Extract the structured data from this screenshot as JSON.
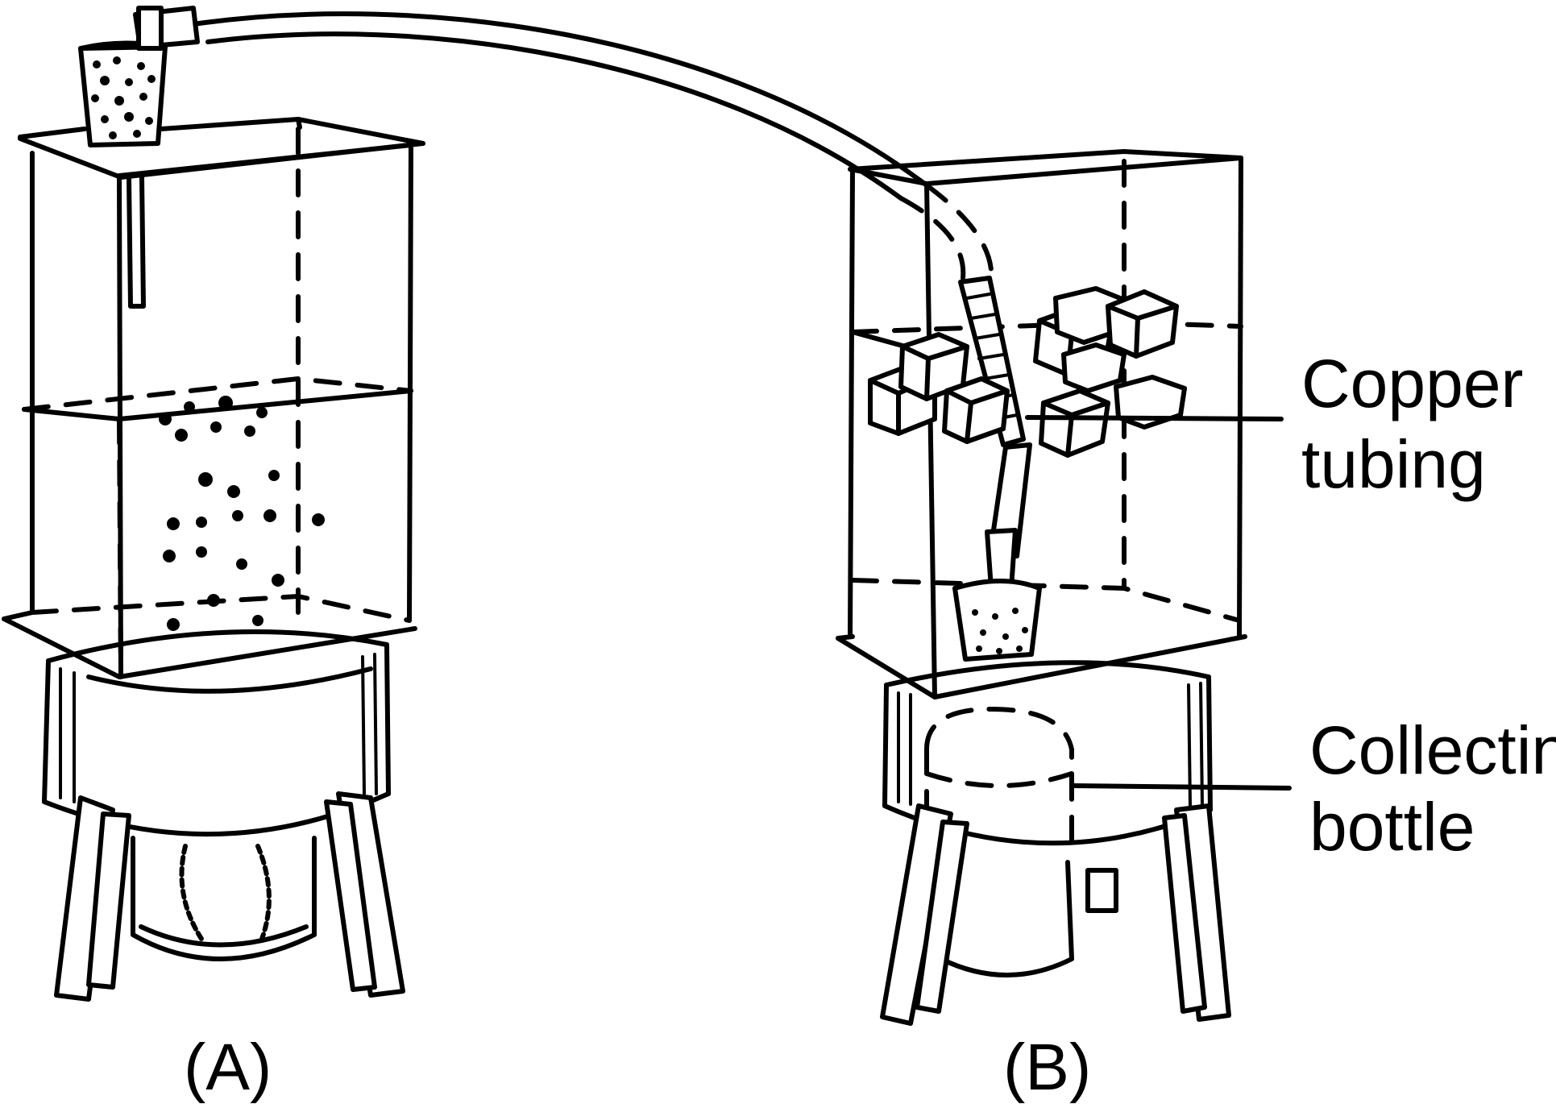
{
  "figure": {
    "labels": {
      "copper_line1": "Copper",
      "copper_line2": "tubing",
      "collecting_line1": "Collecting",
      "collecting_line2": "bottle",
      "panel_a": "(A)",
      "panel_b": "(B)"
    }
  }
}
